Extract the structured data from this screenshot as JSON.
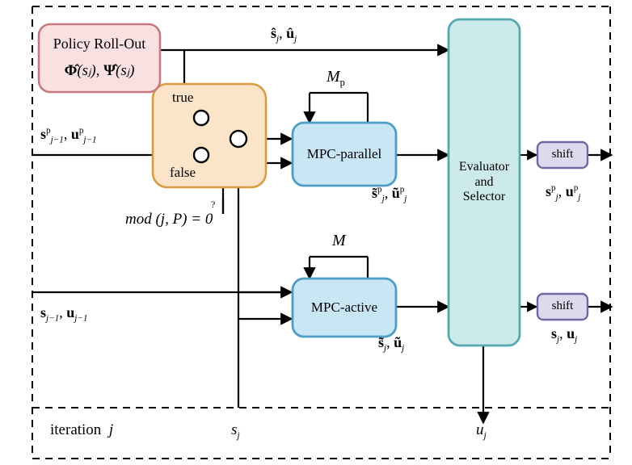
{
  "diagram": {
    "title": "Parallel MPC with policy roll-out architecture",
    "colors": {
      "policy_fill": "#f9e0e1",
      "policy_stroke": "#c8797e",
      "branch_fill": "#fce4c8",
      "branch_stroke": "#d99b3f",
      "mpc_fill": "#c9e6f4",
      "mpc_stroke": "#4d9dc4",
      "evaluator_fill": "#cdeaeb",
      "evaluator_stroke": "#54a9ad",
      "shift_fill": "#dcdaec",
      "shift_stroke": "#6f68a3",
      "line": "#000000",
      "dashed_border": "#000000"
    },
    "blocks": {
      "policy_rollout": {
        "title": "Policy Roll-Out",
        "formula_phi": "Φ̂",
        "formula_psi": "Ψ̂",
        "formula_arg": "(sⱼ)"
      },
      "mpc_parallel": {
        "label": "MPC-parallel",
        "loop_label": "M",
        "loop_sub": "p"
      },
      "mpc_active": {
        "label": "MPC-active",
        "loop_label": "M"
      },
      "evaluator": {
        "line1": "Evaluator",
        "line2": "and",
        "line3": "Selector"
      },
      "shift_top": {
        "label": "shift"
      },
      "shift_bottom": {
        "label": "shift"
      },
      "switch_true": {
        "label": "true"
      },
      "switch_false": {
        "label": "false"
      }
    },
    "labels": {
      "condition": "mod (j, P) = 0",
      "condition_mark": "?",
      "input_top_s": "s",
      "input_top_u": "u",
      "input_top_sub": "j−1",
      "input_top_sup": "p",
      "input_bottom_s": "s",
      "input_bottom_u": "u",
      "input_bottom_sub": "j−1",
      "rollout_out_s": "ŝ",
      "rollout_out_u": "û",
      "rollout_out_sub": "j",
      "mpc_par_out_s": "s̃",
      "mpc_par_out_u": "ũ",
      "mpc_par_out_sub": "j",
      "mpc_par_out_sup": "p",
      "mpc_act_out_s": "s̃",
      "mpc_act_out_u": "ũ",
      "mpc_act_out_sub": "j",
      "output_top_s": "s",
      "output_top_u": "u",
      "output_top_sub": "j",
      "output_top_sup": "p",
      "output_bottom_s": "s",
      "output_bottom_u": "u",
      "output_bottom_sub": "j",
      "iteration": "iteration",
      "iteration_index": "j",
      "state_input": "s",
      "state_input_sub": "j",
      "control_output": "u",
      "control_output_sub": "j"
    }
  }
}
